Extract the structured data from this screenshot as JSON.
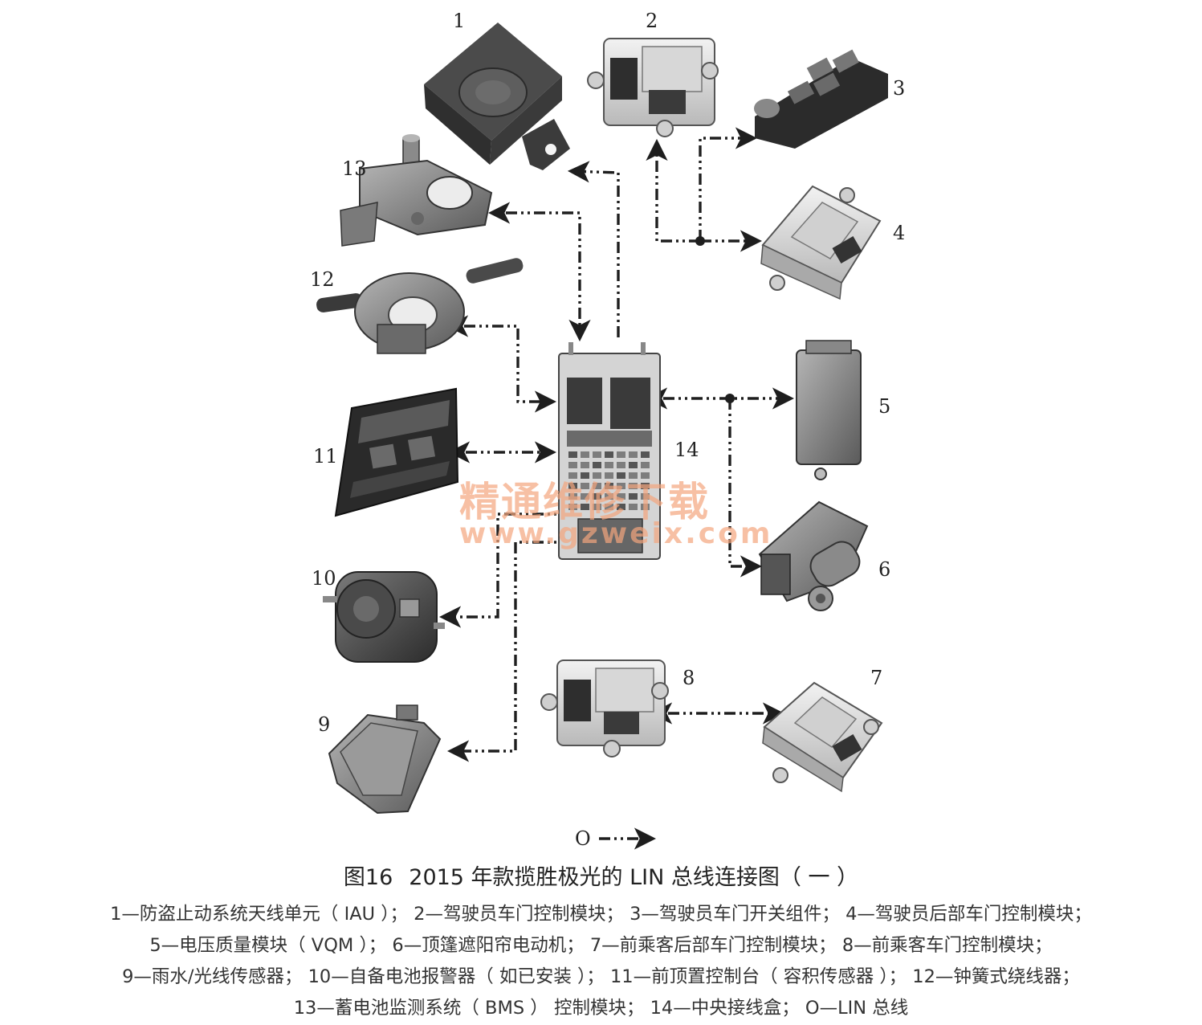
{
  "figure": {
    "label": "图16",
    "title": "2015 年款揽胜极光的 LIN 总线连接图（ 一 ）"
  },
  "components": [
    {
      "num": "1",
      "part": "antenna-unit"
    },
    {
      "num": "2",
      "part": "driver-door-module"
    },
    {
      "num": "3",
      "part": "driver-door-switch-pack"
    },
    {
      "num": "4",
      "part": "driver-rear-door-module"
    },
    {
      "num": "5",
      "part": "voltage-quality-module"
    },
    {
      "num": "6",
      "part": "sunblind-motor"
    },
    {
      "num": "7",
      "part": "passenger-rear-door-module"
    },
    {
      "num": "8",
      "part": "passenger-door-module"
    },
    {
      "num": "9",
      "part": "rain-light-sensor"
    },
    {
      "num": "10",
      "part": "battery-backed-sounder"
    },
    {
      "num": "11",
      "part": "overhead-console"
    },
    {
      "num": "12",
      "part": "clockspring"
    },
    {
      "num": "13",
      "part": "battery-monitor-module"
    },
    {
      "num": "14",
      "part": "central-junction-box"
    }
  ],
  "legend_symbol": {
    "label": "O"
  },
  "watermark": {
    "line1": "精通维修下载",
    "line2": "www.gzweix.com"
  },
  "legend": [
    "1—防盗止动系统天线单元（ IAU ）；  2—驾驶员车门控制模块；  3—驾驶员车门开关组件；  4—驾驶员后部车门控制模块；",
    "5—电压质量模块（ VQM ）；  6—顶篷遮阳帘电动机；  7—前乘客后部车门控制模块；  8—前乘客车门控制模块；",
    "9—雨水/光线传感器；  10—自备电池报警器（ 如已安装 ）；  11—前顶置控制台（ 容积传感器 ）；  12—钟簧式绕线器；",
    "13—蓄电池监测系统（ BMS ） 控制模块；  14—中央接线盒；  O—LIN 总线"
  ]
}
